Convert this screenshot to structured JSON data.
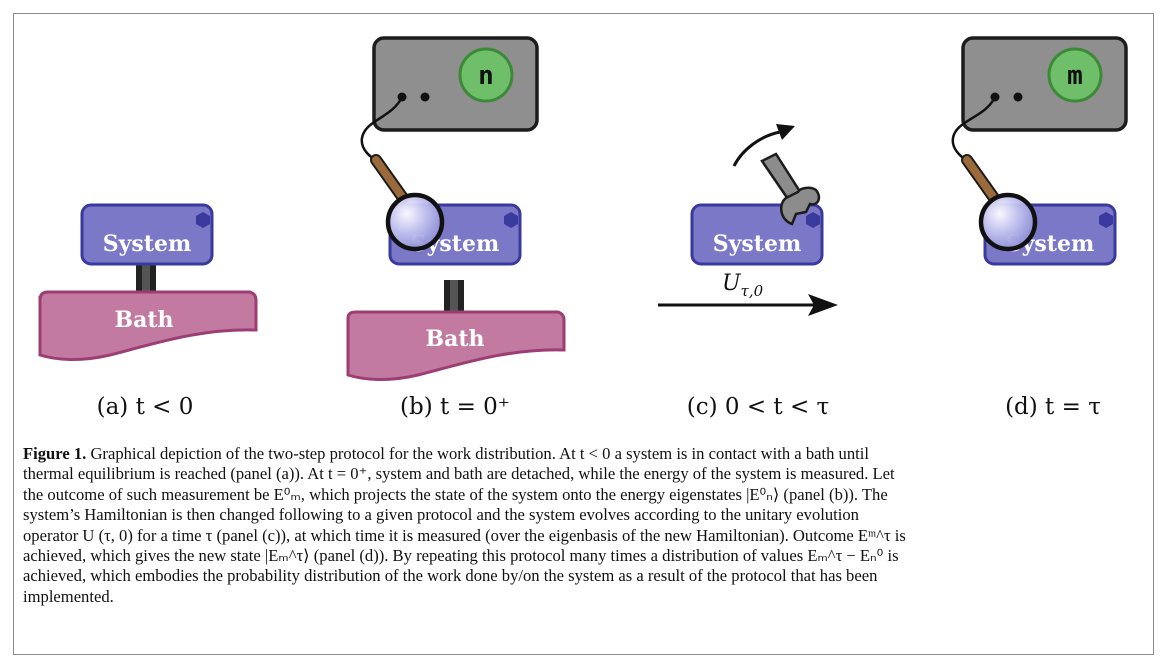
{
  "figure": {
    "label": "Figure 1.",
    "caption_lines": [
      " Graphical depiction of the two-step protocol for the work distribution. At t < 0 a system is in contact with a bath until",
      "thermal equilibrium is reached (panel (a)). At t = 0⁺, system and bath are detached, while the energy of the system is measured. Let",
      "the outcome of such measurement be E⁰ₘ, which projects the state of the system onto the energy eigenstates |E⁰ₙ⟩ (panel (b)). The",
      "system’s Hamiltonian is then changed following to a given protocol and the system evolves according to the unitary evolution",
      "operator U (τ, 0) for a time τ (panel (c)), at which time it is measured (over the eigenbasis of the new Hamiltonian). Outcome Eᵐ^τ is",
      "achieved, which gives the new state |Eₘ^τ⟩ (panel (d)). By repeating this protocol many times a distribution of values Eₘ^τ − Eₙ⁰ is",
      "achieved, which embodies the probability distribution of the work done by/on the system as a result of the protocol that has been",
      "implemented."
    ]
  },
  "panels": [
    {
      "label": "(a) t < 0",
      "system_label": "System",
      "bath_label": "Bath"
    },
    {
      "label": "(b) t = 0⁺",
      "system_label": "System",
      "bath_label": "Bath",
      "meter_value": "n"
    },
    {
      "label": "(c) 0 < t < τ",
      "system_label": "System",
      "arrow_label": "Uτ,0"
    },
    {
      "label": "(d) t = τ",
      "system_label": "System",
      "meter_value": "m"
    }
  ],
  "colors": {
    "system_fill": "#7b78c8",
    "system_border": "#3a3a9e",
    "bath_fill": "#c27aa0",
    "bath_border": "#9c3d74",
    "meter_fill": "#8f8f8f",
    "meter_display": "#6fbf6a",
    "handle": "#9a6a3a",
    "lens": "#b9b9ec",
    "wrench": "#8c8c8c"
  }
}
